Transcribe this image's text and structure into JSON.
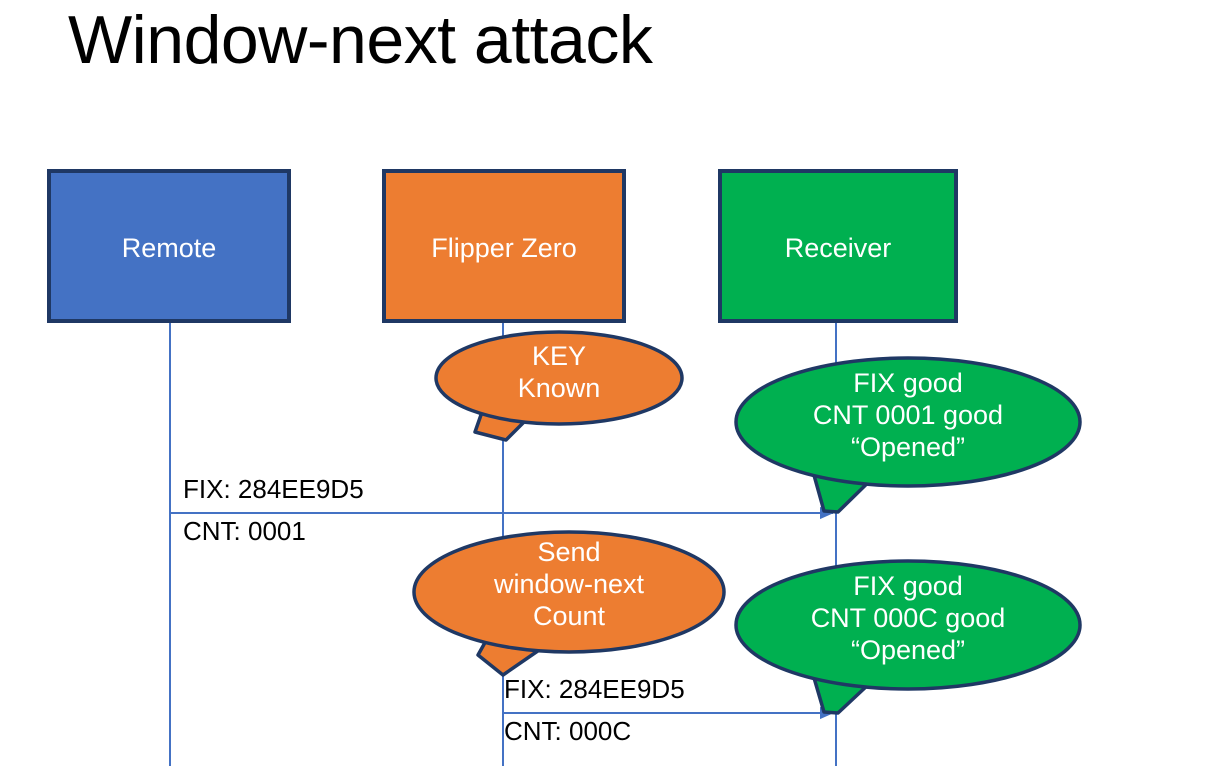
{
  "slide": {
    "title": "Window-next attack",
    "background": "#FFFFFF"
  },
  "colors": {
    "blue": "#4472C4",
    "orange": "#ED7D31",
    "green": "#00B050",
    "outline": "#1F3864",
    "lifeline": "#4472C4",
    "arrow": "#4472C4",
    "label_text": "#000000",
    "shape_text": "#FFFFFF"
  },
  "actors": [
    {
      "id": "remote",
      "label": "Remote",
      "color": "#4472C4"
    },
    {
      "id": "flipper",
      "label": "Flipper Zero",
      "color": "#ED7D31"
    },
    {
      "id": "receiver",
      "label": "Receiver",
      "color": "#00B050"
    }
  ],
  "callouts": [
    {
      "id": "key-known",
      "owner": "flipper",
      "color": "#ED7D31",
      "lines": [
        "KEY",
        "Known"
      ]
    },
    {
      "id": "receiver-ack-1",
      "owner": "receiver",
      "color": "#00B050",
      "lines": [
        "FIX good",
        "CNT 0001 good",
        "“Opened”"
      ]
    },
    {
      "id": "send-window-next",
      "owner": "flipper",
      "color": "#ED7D31",
      "lines": [
        "Send",
        "window-next",
        "Count"
      ]
    },
    {
      "id": "receiver-ack-2",
      "owner": "receiver",
      "color": "#00B050",
      "lines": [
        "FIX good",
        "CNT 000C good",
        "“Opened”"
      ]
    }
  ],
  "messages": [
    {
      "id": "msg-remote-to-receiver",
      "from": "remote",
      "to": "receiver",
      "label_above": "FIX: 284EE9D5",
      "label_below": "CNT: 0001"
    },
    {
      "id": "msg-flipper-to-receiver",
      "from": "flipper",
      "to": "receiver",
      "label_above": "FIX: 284EE9D5",
      "label_below": "CNT: 000C"
    }
  ]
}
